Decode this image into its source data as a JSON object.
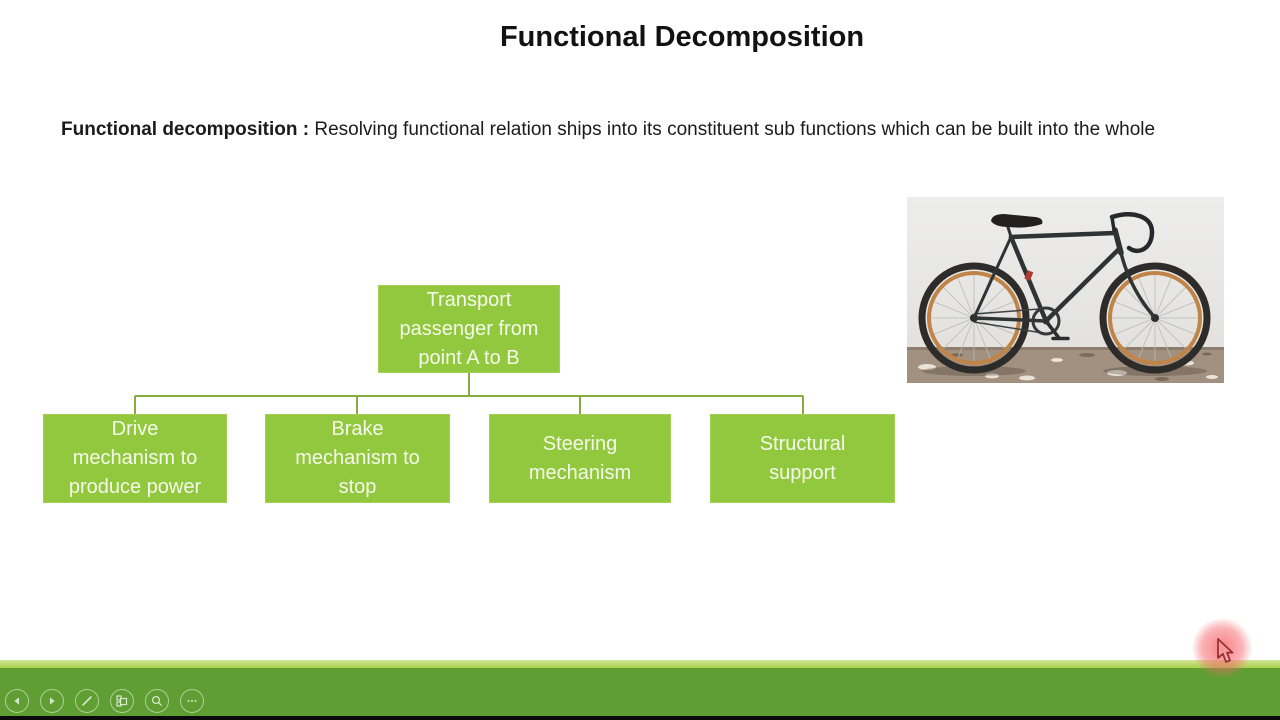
{
  "slide": {
    "title": "Functional Decomposition",
    "definition": {
      "bold_label": "Functional decomposition :",
      "body": " Resolving functional relation ships into its constituent sub functions which can be built into the whole"
    }
  },
  "diagram": {
    "root": {
      "label": "Transport passenger from point A to B",
      "lines": [
        "Transport",
        "passenger from",
        "point A to B"
      ]
    },
    "children": [
      {
        "label": "Drive mechanism to produce power",
        "lines": [
          "Drive",
          "mechanism to",
          "produce power"
        ]
      },
      {
        "label": "Brake mechanism to stop",
        "lines": [
          "Brake",
          "mechanism to",
          "stop"
        ]
      },
      {
        "label": "Steering mechanism",
        "lines": [
          "Steering",
          "mechanism"
        ]
      },
      {
        "label": "Structural support",
        "lines": [
          "Structural",
          "support"
        ]
      }
    ]
  },
  "image": {
    "alt": "Vintage black fixed-gear bicycle with tan rims leaning against a light gray wall"
  },
  "toolbar": {
    "buttons": [
      {
        "icon": "previous-slide-icon"
      },
      {
        "icon": "next-slide-icon"
      },
      {
        "icon": "pen-tools-icon"
      },
      {
        "icon": "see-all-slides-icon"
      },
      {
        "icon": "zoom-slide-icon"
      },
      {
        "icon": "more-options-icon"
      }
    ]
  },
  "cursor": {
    "style": "pointer-with-pink-highlight"
  },
  "colors": {
    "node_green": "#92c83e",
    "connector_green": "#86ab3f",
    "bar_green": "#5f9e33",
    "bar_strip_green": "#a9cf4b",
    "highlight_pink": "#f46a6e",
    "cursor_red": "#9c2f33"
  }
}
